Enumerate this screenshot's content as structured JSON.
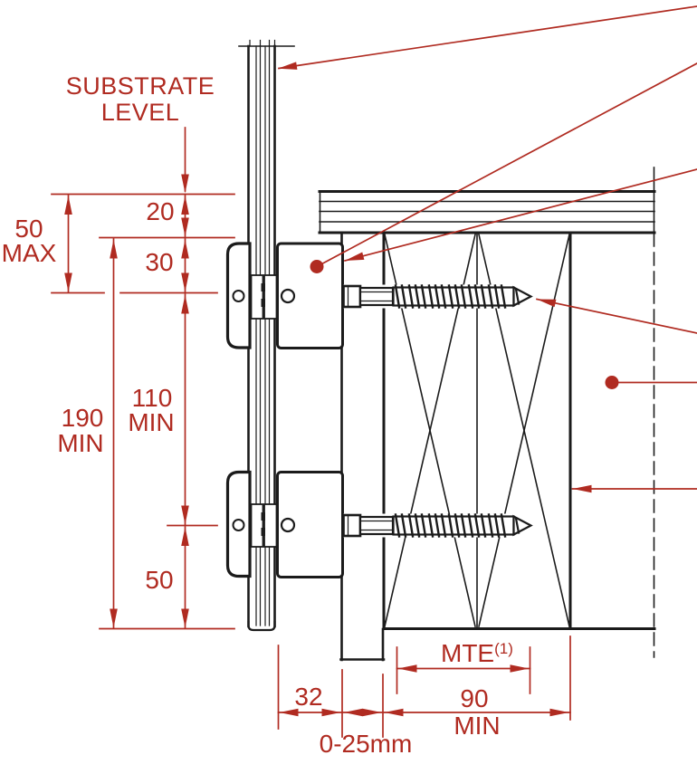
{
  "title": "Cladding fixing section detail",
  "colors": {
    "line_black": "#1b1b1b",
    "annotation_red": "#b02b21",
    "background": "#ffffff"
  },
  "labels": {
    "substrate_level_line1": "SUBSTRATE",
    "substrate_level_line2": "LEVEL",
    "dim_top_offset": "20",
    "dim_bracket_top": "30",
    "dim_50_max_value": "50",
    "dim_50_max_qualifier": "MAX",
    "dim_190_min_value": "190",
    "dim_190_min_qualifier": "MIN",
    "dim_110_min_value": "110",
    "dim_110_min_qualifier": "MIN",
    "dim_bottom_offset": "50",
    "dim_bracket_depth": "32",
    "dim_cavity_gap": "0-25mm",
    "dim_thread_embedment_main": "MTE",
    "dim_thread_embedment_sup": "(1)",
    "dim_stud_depth_value": "90",
    "dim_stud_depth_qualifier": "MIN"
  }
}
